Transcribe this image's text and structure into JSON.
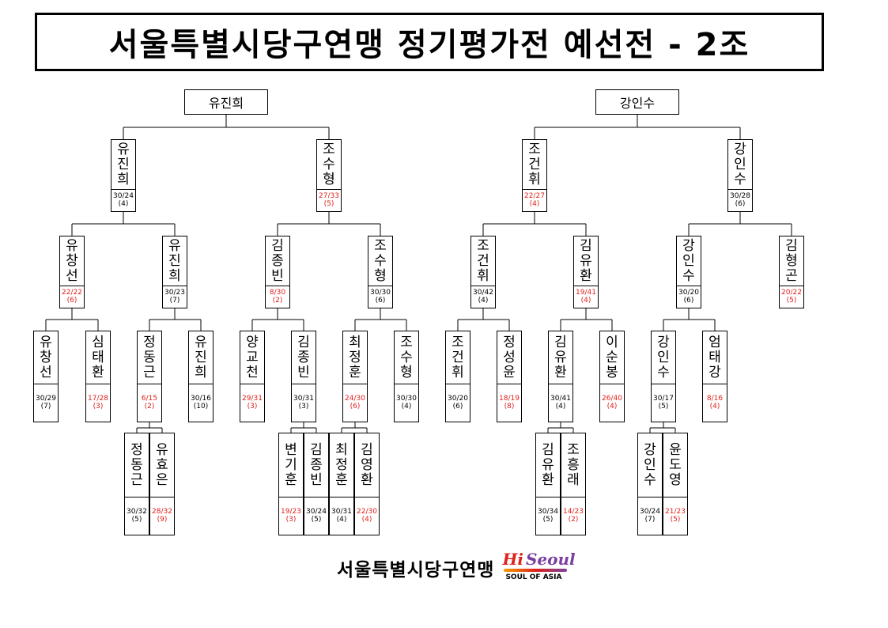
{
  "title": "서울특별시당구연맹 정기평가전 예선전 - 2조",
  "footer": {
    "org": "서울특별시당구연맹",
    "logo_text": "Hi Seoul",
    "logo_tagline": "SOUL OF ASIA",
    "colors": {
      "hi": "#e0201b",
      "seoul": "#7b3fa0",
      "accent": "#f2a000"
    }
  },
  "colors": {
    "winner_score": "#000000",
    "loser_score": "#e0201b"
  },
  "brackets": [
    {
      "champion": "유진희",
      "semifinal": [
        {
          "name": "유진희",
          "score": "30/24",
          "inning": "(4)",
          "win": true
        },
        {
          "name": "조수형",
          "score": "27/33",
          "inning": "(5)",
          "win": false
        }
      ],
      "quarterfinal": [
        {
          "name": "유창선",
          "score": "22/22",
          "inning": "(6)",
          "win": false
        },
        {
          "name": "유진희",
          "score": "30/23",
          "inning": "(7)",
          "win": true
        },
        {
          "name": "김종빈",
          "score": "8/30",
          "inning": "(2)",
          "win": false
        },
        {
          "name": "조수형",
          "score": "30/30",
          "inning": "(6)",
          "win": true
        }
      ],
      "round1": [
        {
          "name": "유창선",
          "score": "30/29",
          "inning": "(7)",
          "win": true
        },
        {
          "name": "심태환",
          "score": "17/28",
          "inning": "(3)",
          "win": false
        },
        {
          "name": "정동근",
          "score": "6/15",
          "inning": "(2)",
          "win": false
        },
        {
          "name": "유진희",
          "score": "30/16",
          "inning": "(10)",
          "win": true
        },
        {
          "name": "양교천",
          "score": "29/31",
          "inning": "(3)",
          "win": false
        },
        {
          "name": "김종빈",
          "score": "30/31",
          "inning": "(3)",
          "win": true
        },
        {
          "name": "최정훈",
          "score": "24/30",
          "inning": "(6)",
          "win": false
        },
        {
          "name": "조수형",
          "score": "30/30",
          "inning": "(4)",
          "win": true
        }
      ],
      "prelim": [
        {
          "name": "정동근",
          "score": "30/32",
          "inning": "(5)",
          "win": true
        },
        {
          "name": "유효은",
          "score": "28/32",
          "inning": "(9)",
          "win": false
        },
        {
          "name": "변기훈",
          "score": "19/23",
          "inning": "(3)",
          "win": false
        },
        {
          "name": "김종빈",
          "score": "30/24",
          "inning": "(5)",
          "win": true
        },
        {
          "name": "최정훈",
          "score": "30/31",
          "inning": "(4)",
          "win": true
        },
        {
          "name": "김영환",
          "score": "22/30",
          "inning": "(4)",
          "win": false
        }
      ]
    },
    {
      "champion": "강인수",
      "semifinal": [
        {
          "name": "조건휘",
          "score": "22/27",
          "inning": "(4)",
          "win": false
        },
        {
          "name": "강인수",
          "score": "30/28",
          "inning": "(6)",
          "win": true
        }
      ],
      "quarterfinal": [
        {
          "name": "조건휘",
          "score": "30/42",
          "inning": "(4)",
          "win": true
        },
        {
          "name": "김유환",
          "score": "19/41",
          "inning": "(4)",
          "win": false
        },
        {
          "name": "강인수",
          "score": "30/20",
          "inning": "(6)",
          "win": true
        },
        {
          "name": "김형곤",
          "score": "20/22",
          "inning": "(5)",
          "win": false
        }
      ],
      "round1": [
        {
          "name": "조건휘",
          "score": "30/20",
          "inning": "(6)",
          "win": true
        },
        {
          "name": "정성윤",
          "score": "18/19",
          "inning": "(8)",
          "win": false
        },
        {
          "name": "김유환",
          "score": "30/41",
          "inning": "(4)",
          "win": true
        },
        {
          "name": "이순봉",
          "score": "26/40",
          "inning": "(4)",
          "win": false
        },
        {
          "name": "강인수",
          "score": "30/17",
          "inning": "(5)",
          "win": true
        },
        {
          "name": "엄태강",
          "score": "8/16",
          "inning": "(4)",
          "win": false
        }
      ],
      "prelim": [
        {
          "name": "김유환",
          "score": "30/34",
          "inning": "(5)",
          "win": true
        },
        {
          "name": "조흥래",
          "score": "14/23",
          "inning": "(2)",
          "win": false
        },
        {
          "name": "강인수",
          "score": "30/24",
          "inning": "(7)",
          "win": true
        },
        {
          "name": "윤도영",
          "score": "21/23",
          "inning": "(5)",
          "win": false
        }
      ]
    }
  ]
}
